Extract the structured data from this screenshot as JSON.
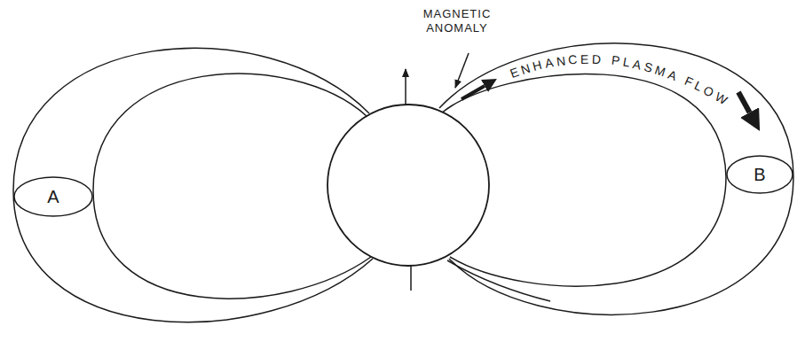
{
  "diagram": {
    "nodes": [
      {
        "text": [
          "A"
        ]
      },
      {
        "text": [
          "B"
        ]
      }
    ],
    "labels": [
      "MAGNETIC ANOMALY",
      "ENHANCED PLASMA FLOW"
    ]
  }
}
